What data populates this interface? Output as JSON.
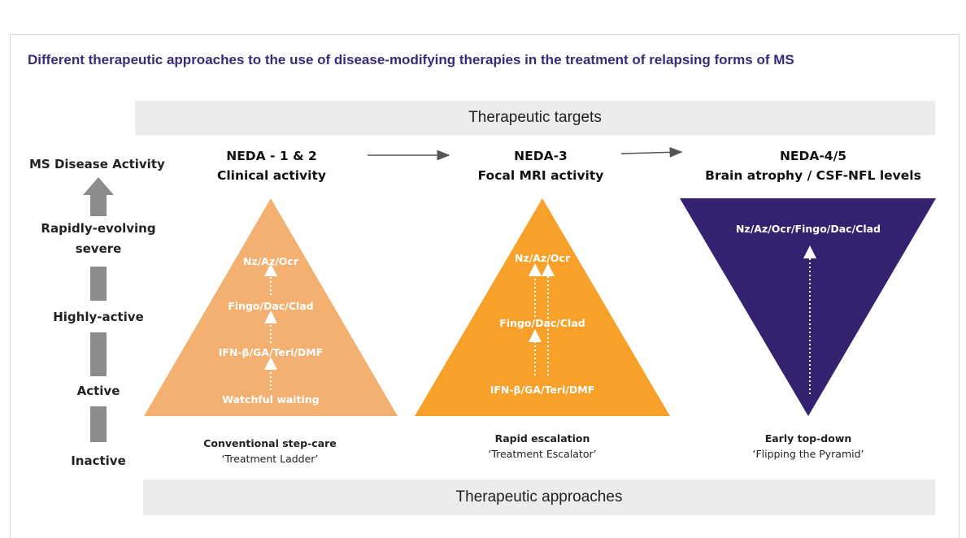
{
  "title": "Different therapeutic approaches to the use of disease-modifying therapies in the treatment of relapsing forms of MS",
  "bands": {
    "top": "Therapeutic targets",
    "bottom": "Therapeutic approaches"
  },
  "axis": {
    "title": "MS Disease Activity",
    "levels": [
      "Rapidly-evolving",
      "severe",
      "Highly-active",
      "Active",
      "Inactive"
    ]
  },
  "targets": [
    {
      "line1": "NEDA - 1 & 2",
      "line2": "Clinical activity"
    },
    {
      "line1": "NEDA-3",
      "line2": "Focal MRI activity"
    },
    {
      "line1": "NEDA-4/5",
      "line2": "Brain atrophy / CSF-NFL levels"
    }
  ],
  "pyramids": [
    {
      "color": "#f3b070",
      "drugs": [
        "Nz/Az/Ocr",
        "Fingo/Dac/Clad",
        "IFN-β/GA/Teri/DMF",
        "Watchful waiting"
      ],
      "caption1": "Conventional step-care",
      "caption2": "‘Treatment Ladder’"
    },
    {
      "color": "#f7a02a",
      "drugs": [
        "Nz/Az/Ocr",
        "Fingo/Dac/Clad",
        "IFN-β/GA/Teri/DMF"
      ],
      "caption1": "Rapid escalation",
      "caption2": "‘Treatment Escalator’"
    },
    {
      "color": "#34216f",
      "drugs": [
        "Nz/Az/Ocr/Fingo/Dac/Clad"
      ],
      "caption1": "Early top-down",
      "caption2": "‘Flipping the Pyramid’"
    }
  ],
  "colors": {
    "title": "#3b2a7a",
    "axis_arrow": "#8c8c8c",
    "band": "#ececec"
  }
}
